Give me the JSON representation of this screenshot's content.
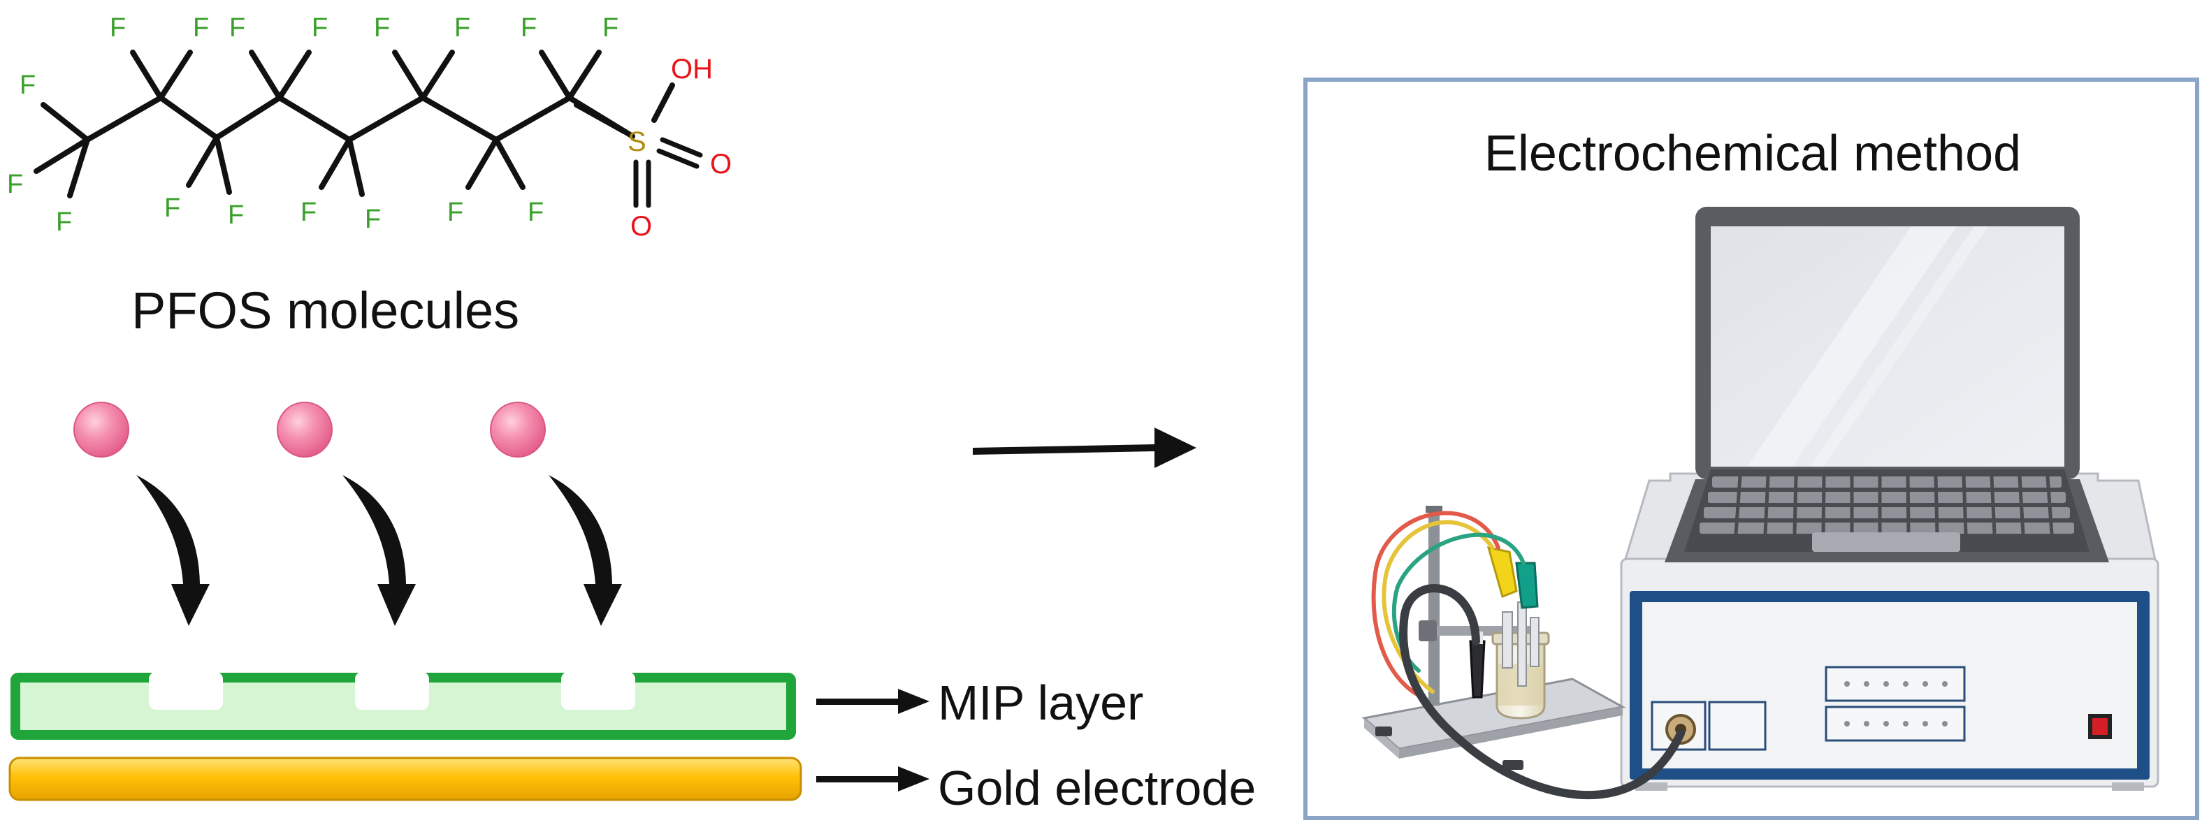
{
  "molecule": {
    "caption": "PFOS molecules",
    "fluorine_symbol": "F",
    "sulfur_symbol": "S",
    "oxygen_symbol": "O",
    "hydroxyl_label": "OH",
    "colors": {
      "fluorine": "#3aa02b",
      "oxygen": "#e8141b",
      "sulfur": "#b08b10",
      "bond": "#111111"
    }
  },
  "layers": {
    "mip_label": "MIP layer",
    "gold_label": "Gold electrode",
    "colors": {
      "mip_fill": "#d6f5d3",
      "mip_border": "#1fa53a",
      "gold": "#ffc107",
      "molecule": "#f07ca0"
    }
  },
  "instrument": {
    "title": "Electrochemical method",
    "frame_color": "#8aa5c8",
    "panel_color": "#1e4f86"
  },
  "icons": {
    "molecule_sphere": "pink-sphere-icon",
    "laptop": "laptop-icon",
    "potentiostat": "potentiostat-icon",
    "cell": "electrochemical-cell-icon"
  }
}
